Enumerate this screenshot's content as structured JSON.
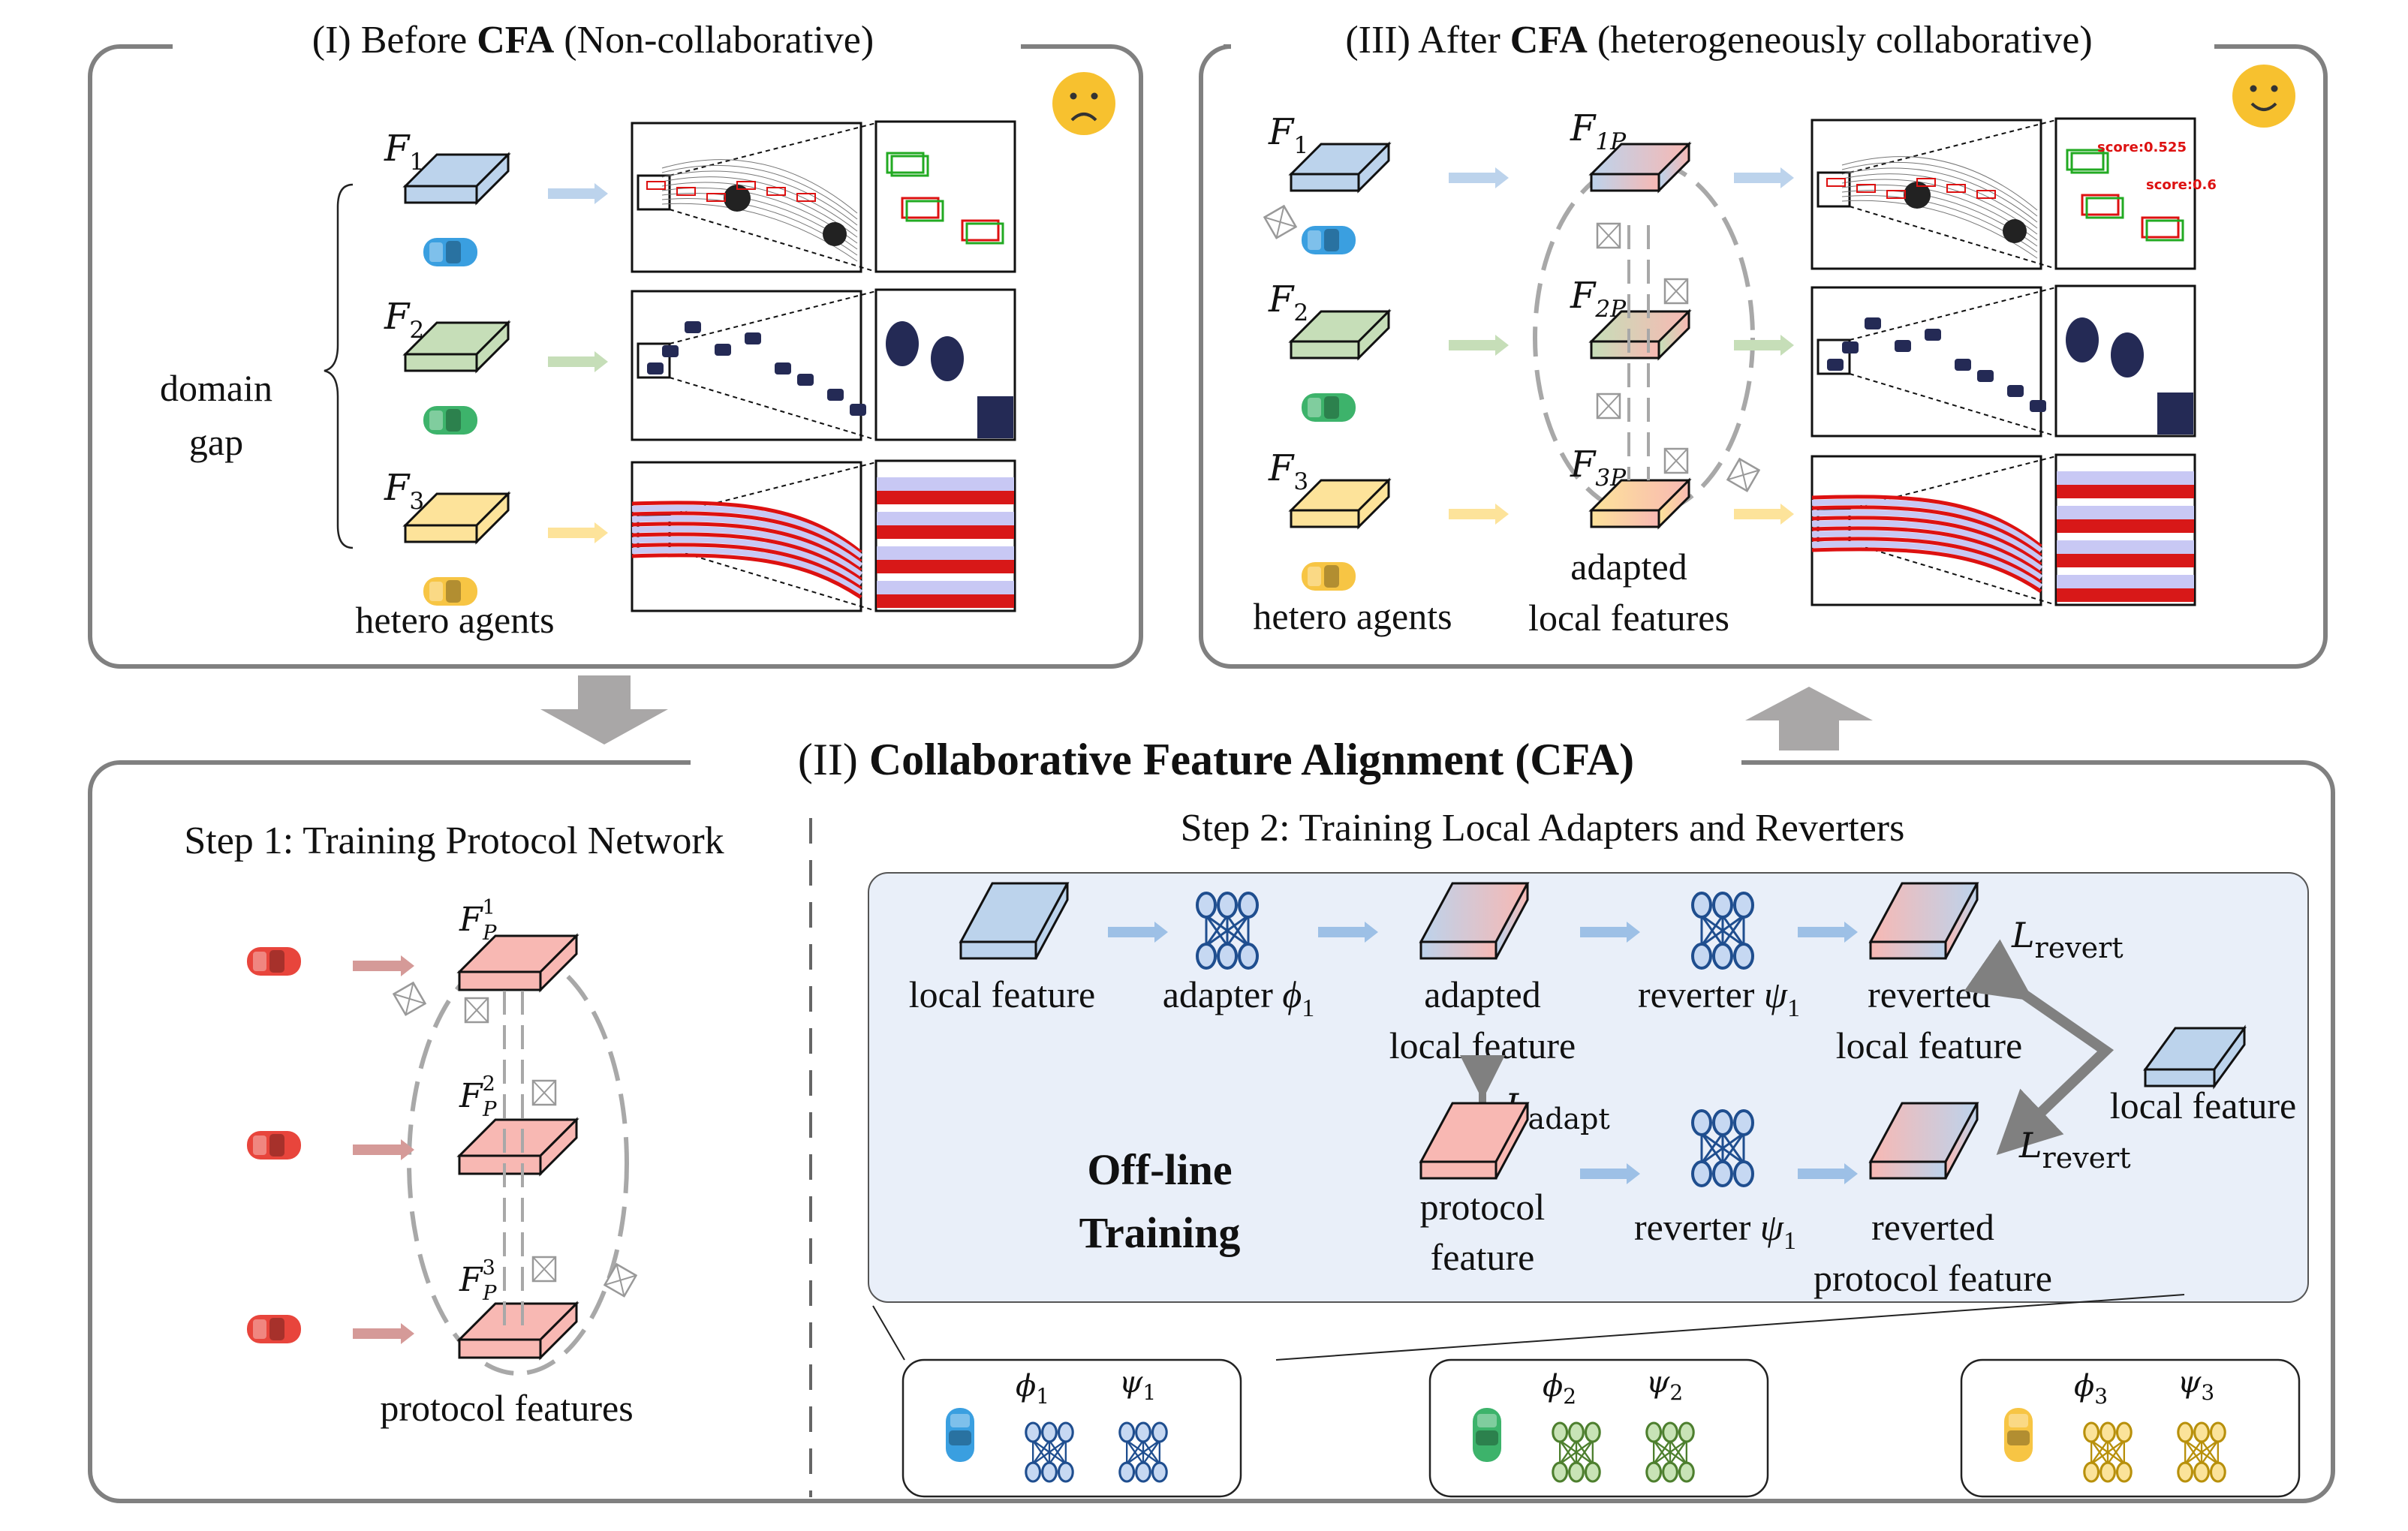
{
  "panels": {
    "before": {
      "title_prefix": "(I)  Before ",
      "title_bold": "CFA",
      "title_suffix": " (Non-collaborative)",
      "mood_icon": "sad-face-icon",
      "domain_gap_line1": "domain",
      "domain_gap_line2": "gap",
      "agents_label": "hetero agents",
      "features": [
        {
          "symbol": "F",
          "sub": "1",
          "color": "#bcd3ec",
          "car_color": "#3a9fe0"
        },
        {
          "symbol": "F",
          "sub": "2",
          "color": "#c6deb8",
          "car_color": "#3db36b"
        },
        {
          "symbol": "F",
          "sub": "3",
          "color": "#fde39a",
          "car_color": "#f7c544"
        }
      ],
      "result_types": [
        "lidar-detection",
        "bev-segmentation",
        "lane-map"
      ]
    },
    "after": {
      "title_prefix": "(III)  After ",
      "title_bold": "CFA",
      "title_suffix": " (heterogeneously collaborative)",
      "mood_icon": "smile-face-icon",
      "agents_label": "hetero agents",
      "adapted_label_line1": "adapted",
      "adapted_label_line2": "local features",
      "features": [
        {
          "symbol": "F",
          "sub": "1"
        },
        {
          "symbol": "F",
          "sub": "2"
        },
        {
          "symbol": "F",
          "sub": "3"
        }
      ],
      "adapted": [
        {
          "symbol": "F",
          "sub": "1P"
        },
        {
          "symbol": "F",
          "sub": "2P"
        },
        {
          "symbol": "F",
          "sub": "3P"
        }
      ],
      "scores": [
        "score:0.525",
        "score:0.6"
      ]
    },
    "cfa": {
      "title_prefix": "(II)  ",
      "title_bold": "Collaborative Feature Alignment (CFA)",
      "step1": {
        "title": "Step 1: Training Protocol Network",
        "features": [
          {
            "symbol": "F",
            "sup": "1",
            "sub": "P"
          },
          {
            "symbol": "F",
            "sup": "2",
            "sub": "P"
          },
          {
            "symbol": "F",
            "sup": "3",
            "sub": "P"
          }
        ],
        "label": "protocol features",
        "color": "#f8b8b3"
      },
      "step2": {
        "title": "Step 2: Training Local Adapters and Reverters",
        "offline_line1": "Off-line",
        "offline_line2": "Training",
        "local_feature": "local feature",
        "adapter": "adapter ",
        "adapter_sym": "ϕ",
        "adapter_sub": "1",
        "adapted_line1": "adapted",
        "adapted_line2": "local feature",
        "reverter": "reverter ",
        "reverter_sym": "ψ",
        "reverter_sub": "1",
        "reverted_local_line1": "reverted",
        "reverted_local_line2": "local feature",
        "target_local": "local feature",
        "loss_revert": "L",
        "loss_revert_sub": "revert",
        "loss_adapt": "L",
        "loss_adapt_sub": "adapt",
        "protocol_line1": "protocol",
        "protocol_line2": "feature",
        "reverted_protocol_line1": "reverted",
        "reverted_protocol_line2": "protocol feature",
        "agents": [
          {
            "phi": "ϕ",
            "psi": "ψ",
            "sub": "1",
            "color": "#1f4e8f",
            "fill": "#c6d8f2",
            "car": "#3a9fe0"
          },
          {
            "phi": "ϕ",
            "psi": "ψ",
            "sub": "2",
            "color": "#4d7f2e",
            "fill": "#c8e3b6",
            "car": "#3db36b"
          },
          {
            "phi": "ϕ",
            "psi": "ψ",
            "sub": "3",
            "color": "#b8900b",
            "fill": "#fbe39a",
            "car": "#f7c544"
          }
        ]
      }
    }
  }
}
